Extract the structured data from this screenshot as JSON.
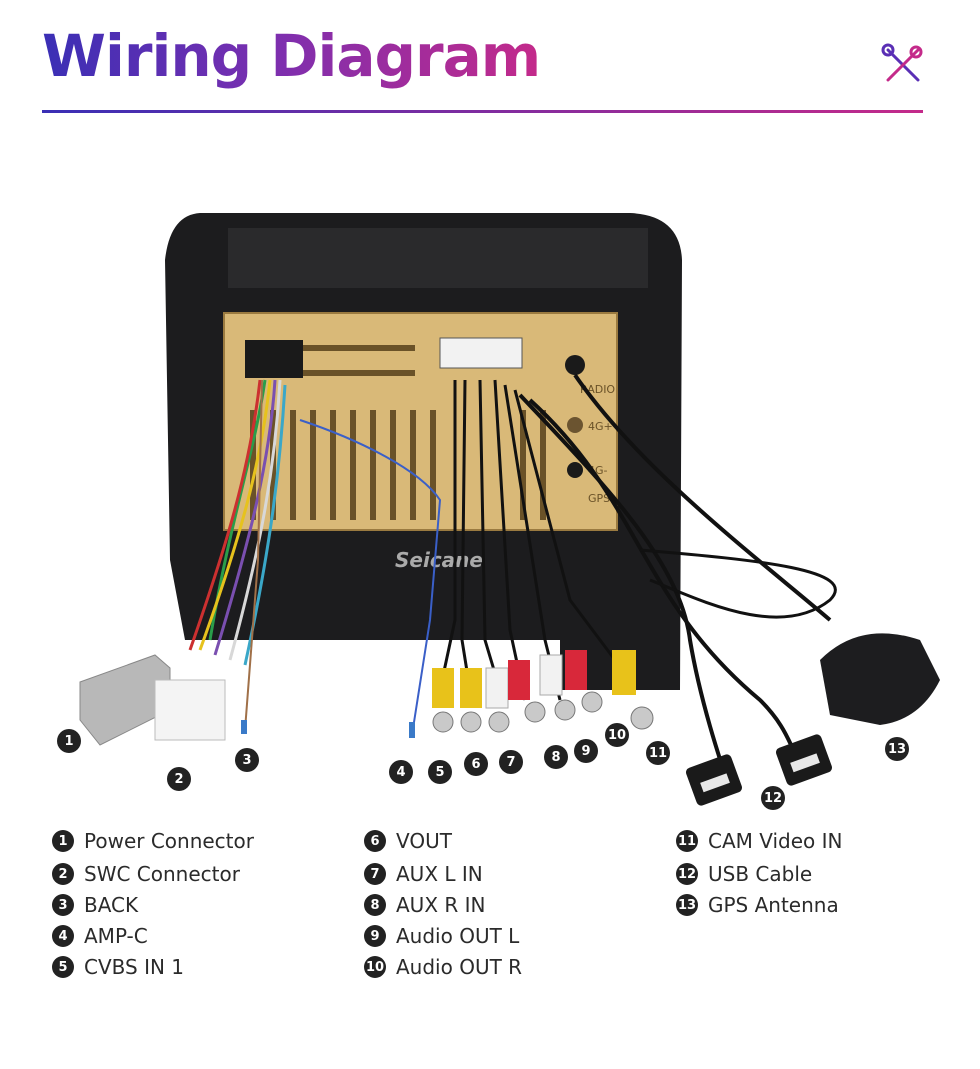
{
  "header": {
    "title": "Wiring Diagram",
    "icon": "tools-icon"
  },
  "brand_watermark": "Seicane",
  "unit_labels": {
    "radio": "RADIO",
    "g4a": "4G+",
    "g4b": "4G-",
    "gps": "GPS"
  },
  "colors": {
    "title_start": "#3a2fb5",
    "title_end": "#c42a8a",
    "panel": "#d9b978",
    "frame": "#1c1c1e"
  },
  "callouts": [
    "1",
    "2",
    "3",
    "4",
    "5",
    "6",
    "7",
    "8",
    "9",
    "10",
    "11",
    "12",
    "13"
  ],
  "legend": [
    {
      "num": "1",
      "label": "Power Connector"
    },
    {
      "num": "2",
      "label": "SWC Connector"
    },
    {
      "num": "3",
      "label": "BACK"
    },
    {
      "num": "4",
      "label": "AMP-C"
    },
    {
      "num": "5",
      "label": "CVBS IN 1"
    },
    {
      "num": "6",
      "label": "VOUT"
    },
    {
      "num": "7",
      "label": "AUX L IN"
    },
    {
      "num": "8",
      "label": "AUX R IN"
    },
    {
      "num": "9",
      "label": "Audio OUT L"
    },
    {
      "num": "10",
      "label": "Audio OUT R"
    },
    {
      "num": "11",
      "label": "CAM Video IN"
    },
    {
      "num": "12",
      "label": "USB Cable"
    },
    {
      "num": "13",
      "label": "GPS Antenna"
    }
  ]
}
